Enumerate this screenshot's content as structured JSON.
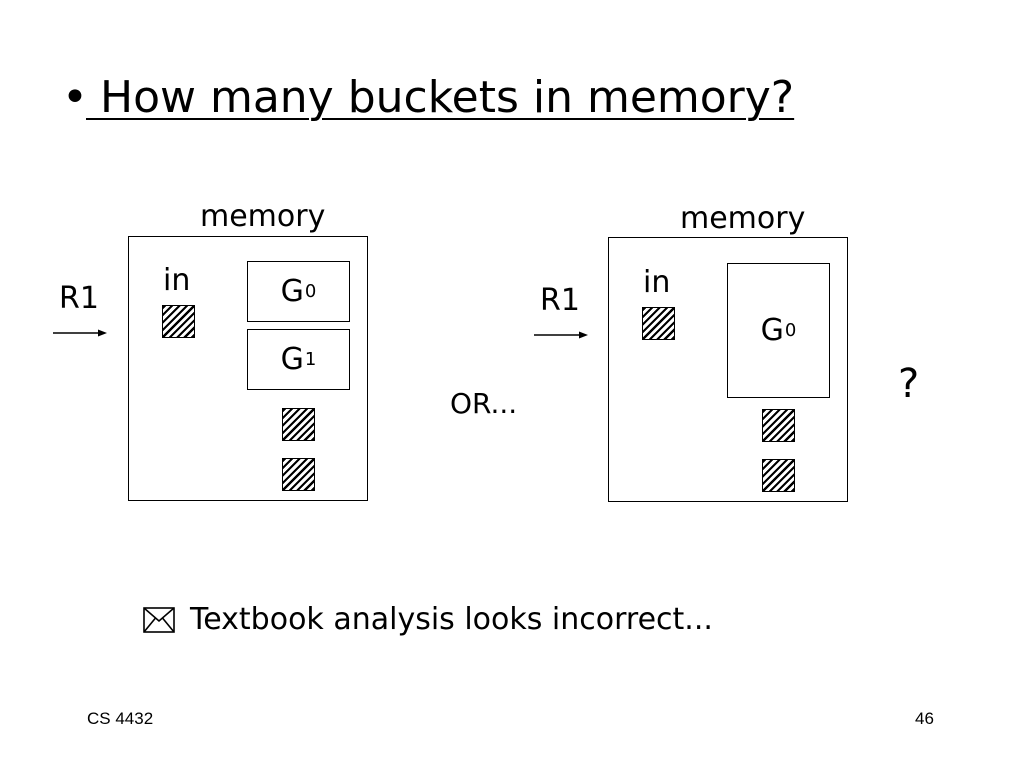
{
  "slide": {
    "title": " How many buckets in memory?",
    "bullet": "•"
  },
  "left_diagram": {
    "memory_label": "memory",
    "input_label": "R1",
    "in_label": "in",
    "buckets": [
      {
        "letter": "G",
        "sub": "0"
      },
      {
        "letter": "G",
        "sub": "1"
      }
    ]
  },
  "or_label": "OR...",
  "right_diagram": {
    "memory_label": "memory",
    "input_label": "R1",
    "in_label": "in",
    "buckets": [
      {
        "letter": "G",
        "sub": "0"
      }
    ]
  },
  "question_mark": "?",
  "note": {
    "icon": "envelope-icon",
    "text": "Textbook analysis looks incorrect..."
  },
  "footer": {
    "course": "CS 4432",
    "page_number": "46"
  }
}
